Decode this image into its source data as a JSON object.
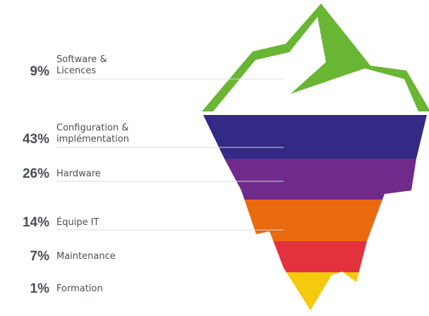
{
  "colors": {
    "tip": "#69b534",
    "text": "#4a4d57",
    "rule": "#d7dadf"
  },
  "layers": [
    {
      "percent": "9%",
      "label": [
        "Software &",
        "Licences"
      ],
      "color": "#69b534"
    },
    {
      "percent": "43%",
      "label": [
        "Configuration &",
        "implémentation"
      ],
      "color": "#332a86"
    },
    {
      "percent": "26%",
      "label": [
        "Hardware"
      ],
      "color": "#6f2a8b"
    },
    {
      "percent": "14%",
      "label": [
        "Équipe IT"
      ],
      "color": "#ea6a0e"
    },
    {
      "percent": "7%",
      "label": [
        "Maintenance"
      ],
      "color": "#e4313e"
    },
    {
      "percent": "1%",
      "label": [
        "Formation"
      ],
      "color": "#f5c90c"
    }
  ]
}
